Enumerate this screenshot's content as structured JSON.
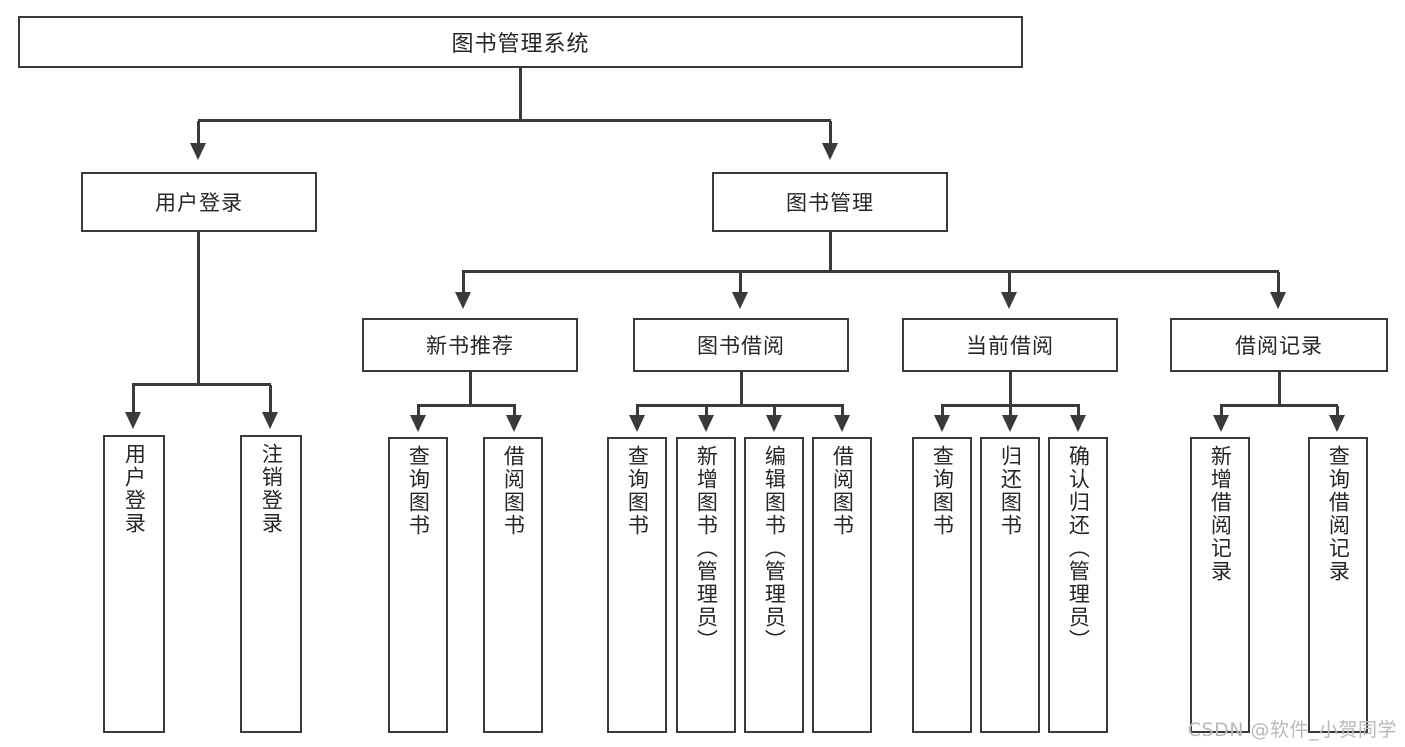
{
  "diagram": {
    "type": "tree-hierarchy",
    "title": "图书管理系统",
    "watermark": "CSDN @软件_小贺同学",
    "colors": {
      "stroke": "#3a3a3a",
      "fill": "#ffffff",
      "text": "#262626",
      "watermark": "#b9b9b9"
    },
    "root": {
      "label": "图书管理系统"
    },
    "level2": [
      {
        "label": "用户登录"
      },
      {
        "label": "图书管理"
      }
    ],
    "level3": [
      {
        "label": "新书推荐"
      },
      {
        "label": "图书借阅"
      },
      {
        "label": "当前借阅"
      },
      {
        "label": "借阅记录"
      }
    ],
    "leaves": {
      "user_login": [
        {
          "label": "用户登录"
        },
        {
          "label": "注销登录"
        }
      ],
      "new_book_recommend": [
        {
          "label": "查询图书"
        },
        {
          "label": "借阅图书"
        }
      ],
      "book_borrow": [
        {
          "label": "查询图书"
        },
        {
          "label": "新增图书（管理员）"
        },
        {
          "label": "编辑图书（管理员）"
        },
        {
          "label": "借阅图书"
        }
      ],
      "current_borrow": [
        {
          "label": "查询图书"
        },
        {
          "label": "归还图书"
        },
        {
          "label": "确认归还（管理员）"
        }
      ],
      "borrow_records": [
        {
          "label": "新增借阅记录"
        },
        {
          "label": "查询借阅记录"
        }
      ]
    }
  }
}
